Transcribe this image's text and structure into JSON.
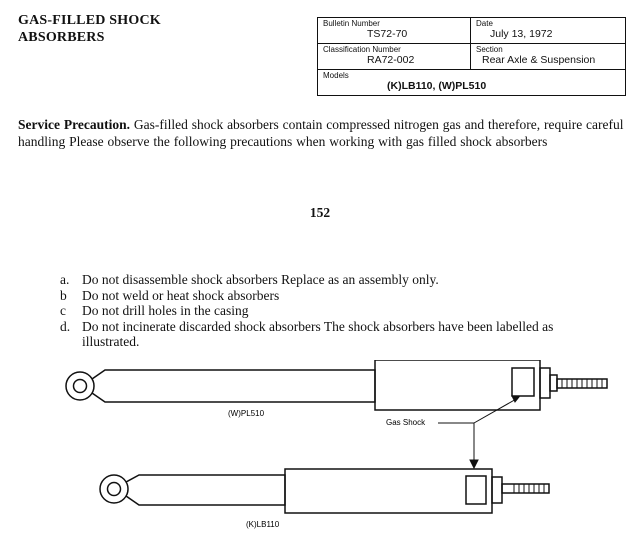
{
  "document": {
    "title_line1": "GAS-FILLED SHOCK",
    "title_line2": "ABSORBERS"
  },
  "bulletin": {
    "number_label": "Bulletin Number",
    "number_value": "TS72-70",
    "date_label": "Date",
    "date_value": "July 13, 1972",
    "classification_label": "Classification Number",
    "classification_value": "RA72-002",
    "section_label": "Section",
    "section_value": "Rear Axle & Suspension",
    "models_label": "Models",
    "models_value": "(K)LB110, (W)PL510"
  },
  "intro": {
    "heading": "Service Precaution.",
    "body": " Gas-filled shock absorbers contain compressed nitrogen gas and therefore, require careful handling  Please observe the following precautions when working with gas filled shock absorbers"
  },
  "page_number": "152",
  "precautions": [
    {
      "letter": "a.",
      "text": "Do not disassemble shock absorbers  Replace as an assembly only."
    },
    {
      "letter": "b",
      "text": "Do not weld or heat shock absorbers"
    },
    {
      "letter": "c",
      "text": "Do not drill holes in the casing"
    },
    {
      "letter": "d.",
      "text": "Do not incinerate discarded shock absorbers  The shock absorbers have been labelled as illustrated."
    }
  ],
  "figure": {
    "upper_model": "(W)PL510",
    "lower_model": "(K)LB110",
    "callout": "Gas Shock"
  }
}
